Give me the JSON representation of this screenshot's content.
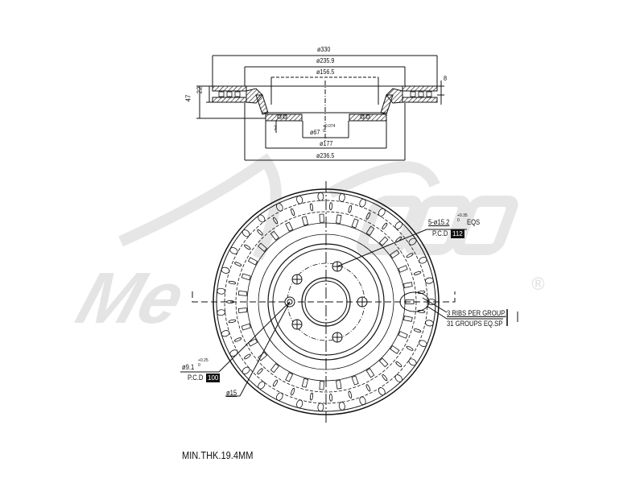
{
  "watermark": {
    "text": "A-Mercedes",
    "partial_visible": "Me",
    "registered_mark": "®",
    "color": "#e4e4e4"
  },
  "side_view": {
    "dimensions": {
      "outer_diameter": "ø330",
      "friction_inner_diameter": "ø235.9",
      "hat_top_diameter": "ø156.5",
      "center_bore": "ø67",
      "center_bore_tol_upper": "+0.074",
      "center_bore_tol_lower": "0",
      "hat_bottom_diameter": "ø177",
      "hat_outer_diameter": "ø236.5",
      "total_height": "47",
      "disc_thickness": "22",
      "vane_dimension": "8",
      "hat_flange_thickness": "7"
    }
  },
  "front_view": {
    "callouts": {
      "wheel_bolt_holes": "5-ø15.2",
      "wheel_bolt_tol_upper": "+0.35",
      "wheel_bolt_tol_lower": "0",
      "wheel_bolt_eqs": "EQS",
      "wheel_pcd_label": "P.C.D",
      "wheel_pcd_value": "112",
      "locating_hole": "ø9.1",
      "locating_tol_upper": "+0.25",
      "locating_tol_lower": "0",
      "locating_pcd_label": "P.C.D",
      "locating_pcd_value": "100",
      "counterbore": "ø15",
      "ribs_line1": "3 RIBS PER GROUP.",
      "ribs_line2": "31 GROUPS EQ.SP",
      "section_marker": "I"
    },
    "bolt_hole_count": 5,
    "rib_groups": 31,
    "ribs_per_group": 3
  },
  "footer": {
    "min_thickness": "MIN.THK.19.4MM"
  }
}
